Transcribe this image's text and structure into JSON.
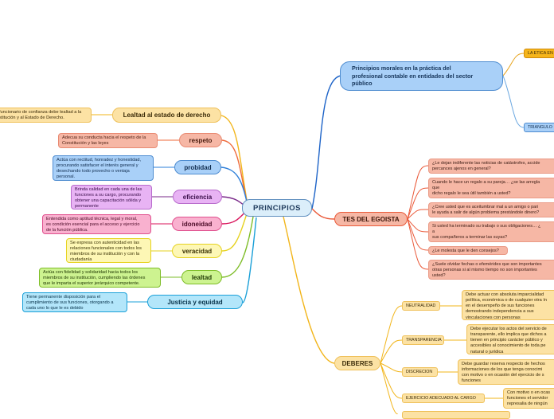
{
  "root": "PRINCIPIOS",
  "left_branches": [
    {
      "label": "Lealtad al estado de derecho",
      "note": "funcionario de confianza debe lealtad a la\nstitución y al Estado de Derecho."
    },
    {
      "label": "respeto",
      "note": "Adecua su conducta hacia el respeto de la\nConstitución y las leyes"
    },
    {
      "label": "probidad",
      "note": "Actúa con rectitud, honradez y honestidad,\nprocurando satisfacer el interés general y\ndesechando todo provecho o ventaja\npersonal."
    },
    {
      "label": "eficiencia",
      "note": "Brinda calidad en cada una de las\nfunciones a su cargo, procurando\nobtener una capacitación sólida y\npermanente"
    },
    {
      "label": "idoneidad",
      "note": "Entendida como aptitud técnica, legal y moral,\nes condición esencial para el acceso y ejercicio\nde la función pública."
    },
    {
      "label": "veracidad",
      "note": "Se expresa con autenticidad en las\nrelaciones funcionales con todos los\nmiembros de su institución y con la\nciudadanía"
    },
    {
      "label": "lealtad",
      "note": "Actúa con fidelidad y solidaridad hacia todos los\nmiembros de su institución, cumpliendo las órdenes\nque le imparta el superior jerárquico competente."
    },
    {
      "label": "Justicia y equidad",
      "note": "Tiene permanente disposición para el\ncumplimiento de sus funciones, otorgando a\ncada uno lo que le es debido"
    }
  ],
  "right_top": {
    "label": "Principios morales en la práctica del\nprofesional contable en entidades del sector\npúblico",
    "children": [
      "LA ETICA EN",
      "TRIANGULO"
    ]
  },
  "egoista": {
    "label": "TES DEL EGOISTA",
    "questions": [
      "¿Le dejan indiferente las noticias de catástrofes, accide\npercances ajenos en general?",
      "Cuando le hace un regalo a su pareja… ¿se las arregla\nque\ndicho regalo le sea útil también a usted?",
      "¿Cree usted que es aceitumbrar mal a un amigo o pari\nle ayuda a salir de algún problema prestándole dinero?",
      "Si usted ha terminado su trabajo o sus obligaciones… ¿\na\nsus compañeros a terminar las suyas?",
      "¿Le molesta que le den consejos?",
      "¿Suele olvidar fechas o efemérides que son importantes\notras personas si al mismo tiempo no son importantes\nusted?"
    ]
  },
  "deberes": {
    "label": "DEBERES",
    "items": [
      {
        "label": "NEUTRALIDAD",
        "note": "Debe actuar con absoluta imparcialidad\npolítica, económica o de cualquier otra ín\nen el desempeño de sus funciones\ndemostrando independencia a sus\nvinculaciones con personas"
      },
      {
        "label": "TRANSPARENCIA",
        "note": "Debe ejecutar los actos del servicio de\ntransparente, ello implica que dichos a\ntienen en principio carácter público y\naccesibles al conocimiento de toda pe\nnatural o jurídica"
      },
      {
        "label": "DISCRECION",
        "note": "Debe guardar reserva respecto de hechos\ninformaciones de los que tenga conocimi\ncon motivo o en ocasión del ejercicio de s\nfunciones"
      },
      {
        "label": "EJERCICIO ADECUADO AL CARGO",
        "note": "Con motivo o en ocas\nfunciones el servidor\nrepresalia de ningún"
      }
    ]
  },
  "colors": {
    "lealtad_estado": "#fce2a4",
    "respeto": "#f6b7a5",
    "probidad": "#a9d0f8",
    "eficiencia": "#e8b3f4",
    "idoneidad": "#f9b1cf",
    "veracidad": "#fdf7b5",
    "lealtad": "#cdf390",
    "justicia": "#b3e6fa"
  }
}
